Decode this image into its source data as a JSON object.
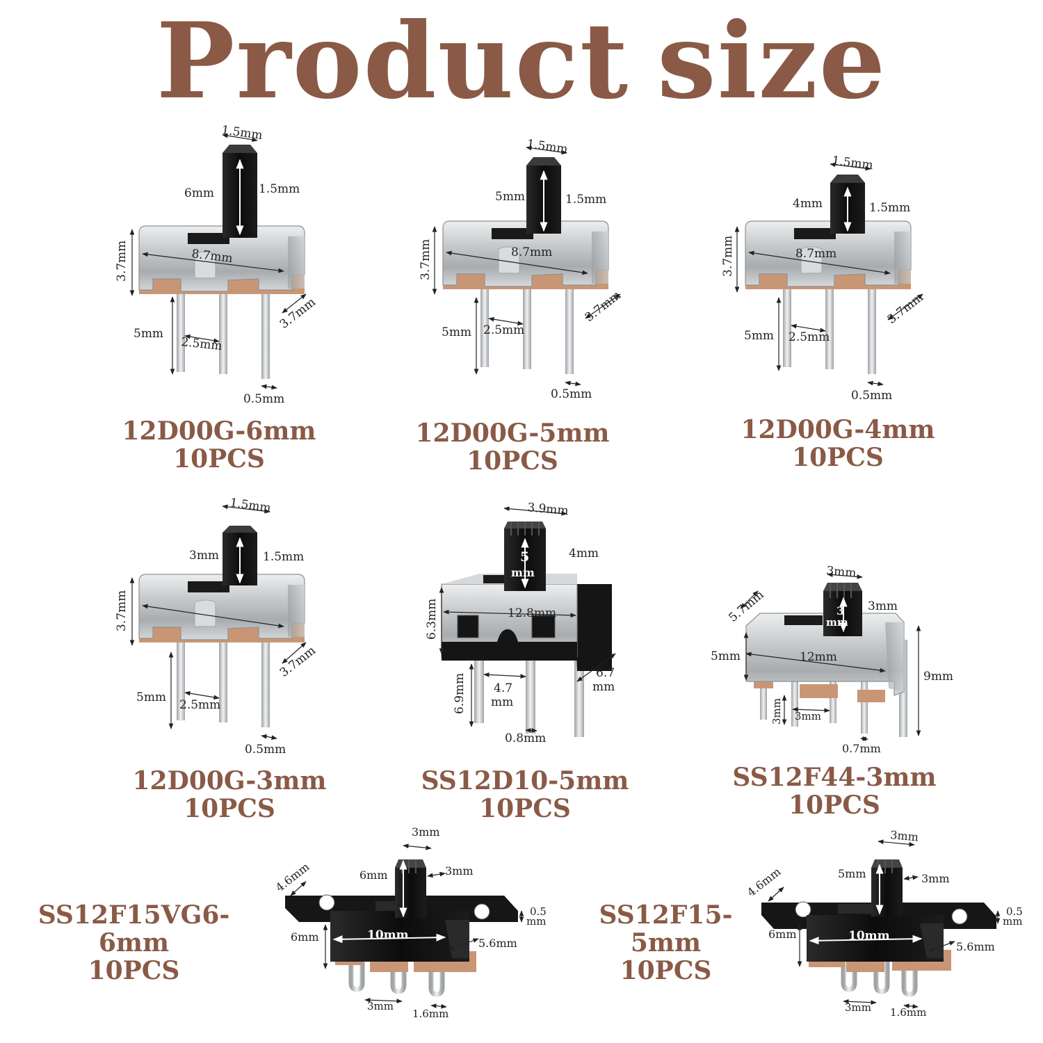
{
  "title": [
    "Product",
    "size"
  ],
  "colors": {
    "title": "#8a5a46",
    "metal": "#b5b8bb",
    "base": "#c99675",
    "actuator": "#161616",
    "dim": "#222222"
  },
  "switches": [
    {
      "id": "12d00g-6",
      "caption": [
        "12D00G-6mm",
        "10PCS"
      ],
      "dims": [
        "1.5mm",
        "6mm",
        "1.5mm",
        "8.7mm",
        "3.7mm",
        "3.7mm",
        "5mm",
        "2.5mm",
        "0.5mm"
      ]
    },
    {
      "id": "12d00g-5",
      "caption": [
        "12D00G-5mm",
        "10PCS"
      ],
      "dims": [
        "1.5mm",
        "5mm",
        "1.5mm",
        "8.7mm",
        "3.7mm",
        "3.7mm",
        "5mm",
        "2.5mm",
        "0.5mm"
      ]
    },
    {
      "id": "12d00g-4",
      "caption": [
        "12D00G-4mm",
        "10PCS"
      ],
      "dims": [
        "1.5mm",
        "4mm",
        "1.5mm",
        "8.7mm",
        "3.7mm",
        "3.7mm",
        "5mm",
        "2.5mm",
        "0.5mm"
      ]
    },
    {
      "id": "12d00g-3",
      "caption": [
        "12D00G-3mm",
        "10PCS"
      ],
      "dims": [
        "1.5mm",
        "3mm",
        "1.5mm",
        "",
        "3.7mm",
        "3.7mm",
        "5mm",
        "2.5mm",
        "0.5mm"
      ]
    },
    {
      "id": "ss12d10-5",
      "caption": [
        "SS12D10-5mm",
        "10PCS"
      ],
      "dims": [
        "3.9mm",
        "5",
        "mm",
        "4mm",
        "12.8mm",
        "6.3mm",
        "6.7",
        "mm",
        "6.9mm",
        "4.7",
        "mm",
        "0.8mm"
      ]
    },
    {
      "id": "ss12f44-3",
      "caption": [
        "SS12F44-3mm",
        "10PCS"
      ],
      "dims": [
        "3mm",
        "3",
        "mm",
        "3mm",
        "5.7mm",
        "5mm",
        "12mm",
        "9mm",
        "3mm",
        "3mm",
        "0.7mm"
      ]
    },
    {
      "id": "ss12f15vg6-6",
      "caption": [
        "SS12F15VG6-6mm",
        "10PCS"
      ],
      "dims": [
        "3mm",
        "6mm",
        "3mm",
        "4.6mm",
        "0.5",
        "mm",
        "6mm",
        "10mm",
        "5.6mm",
        "3mm",
        "1.6mm"
      ]
    },
    {
      "id": "ss12f15-5",
      "caption": [
        "SS12F15-5mm",
        "10PCS"
      ],
      "dims": [
        "3mm",
        "5mm",
        "3mm",
        "4.6mm",
        "0.5",
        "mm",
        "6mm",
        "10mm",
        "5.6mm",
        "3mm",
        "1.6mm"
      ]
    }
  ]
}
